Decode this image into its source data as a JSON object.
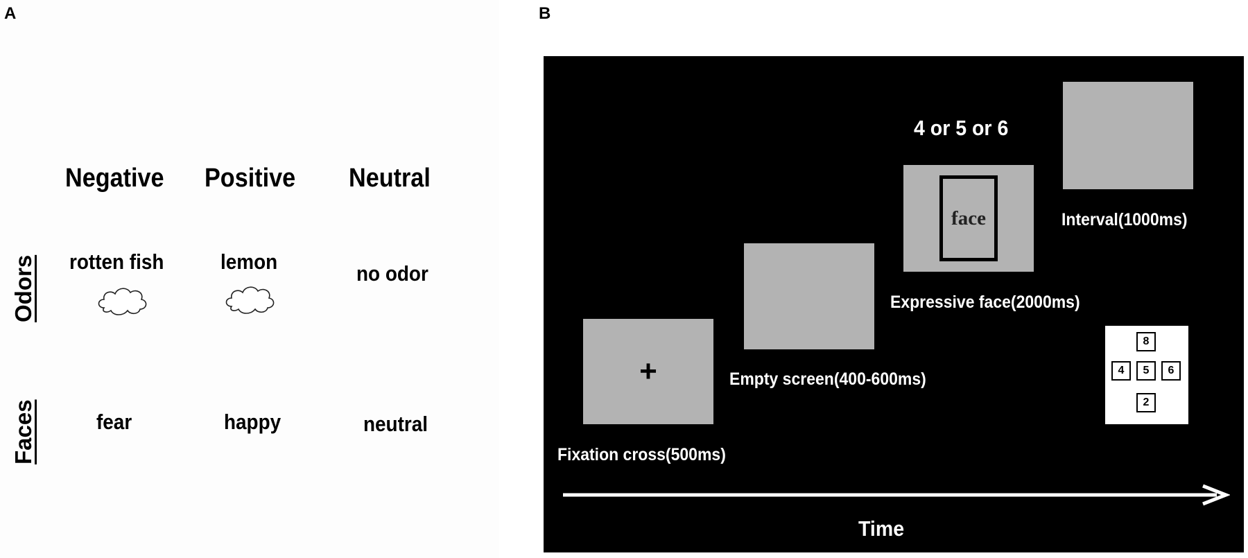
{
  "panel_a": {
    "letter": "A",
    "columns": [
      "Negative",
      "Positive",
      "Neutral"
    ],
    "rows": [
      {
        "label": "Odors",
        "cells": [
          "rotten fish",
          "lemon",
          "no odor"
        ]
      },
      {
        "label": "Faces",
        "cells": [
          "fear",
          "happy",
          "neutral"
        ]
      }
    ]
  },
  "panel_b": {
    "letter": "B",
    "fixation": {
      "symbol": "+",
      "label": "Fixation cross(500ms)"
    },
    "empty": {
      "label": "Empty screen(400-600ms)"
    },
    "face": {
      "word": "face",
      "label": "Expressive face(2000ms)",
      "count": "4 or 5 or 6"
    },
    "interval": {
      "label": "Interval(1000ms)"
    },
    "numpad": {
      "keys": [
        "8",
        "4",
        "5",
        "6",
        "2"
      ]
    },
    "time_label": "Time"
  },
  "colors": {
    "stage": "#000000",
    "screen_gray": "#b3b3b3",
    "text_light": "#ffffff"
  }
}
